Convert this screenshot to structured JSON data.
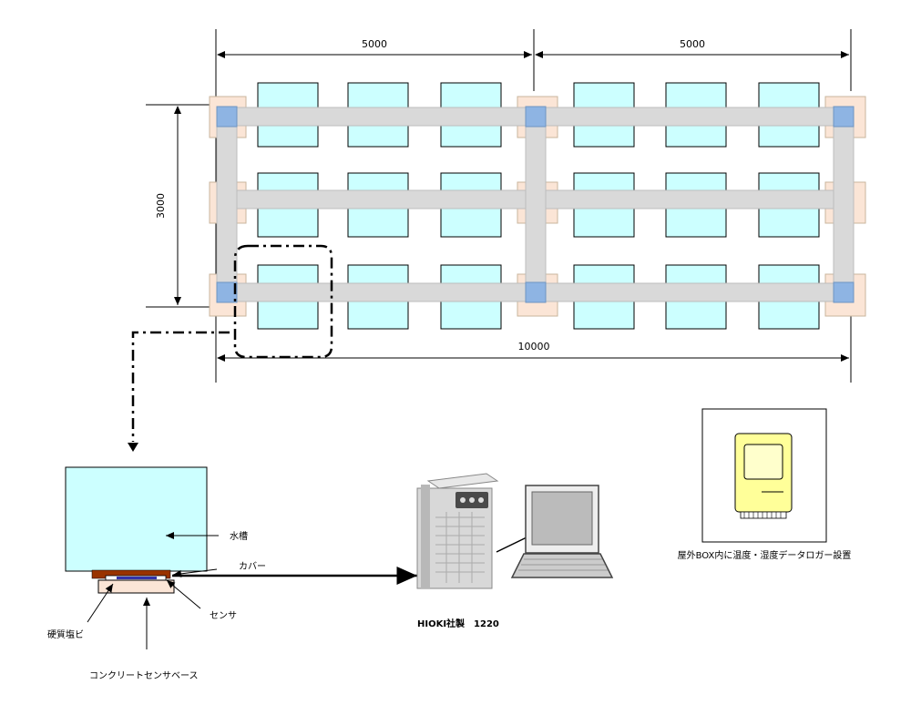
{
  "dimensions": {
    "top_left": "5000",
    "top_right": "5000",
    "height": "3000",
    "bottom_total": "10000"
  },
  "detail_labels": {
    "water_tank": "水槽",
    "cover": "カバー",
    "sensor": "センサ",
    "hard_pvc": "硬質塩ビ",
    "concrete_base": "コンクリートセンサベース"
  },
  "logger_label": "HIOKI社製　1220",
  "outdoor_box_label": "屋外BOX内に温度・湿度データロガー設置",
  "colors": {
    "tank_fill": "#ccffff",
    "beam_fill": "#d9d9d9",
    "pad_fill": "#fbe5d6",
    "node_fill": "#8eb4e3",
    "cover_fill": "#993300",
    "logger_box_fill": "#ffff99"
  }
}
